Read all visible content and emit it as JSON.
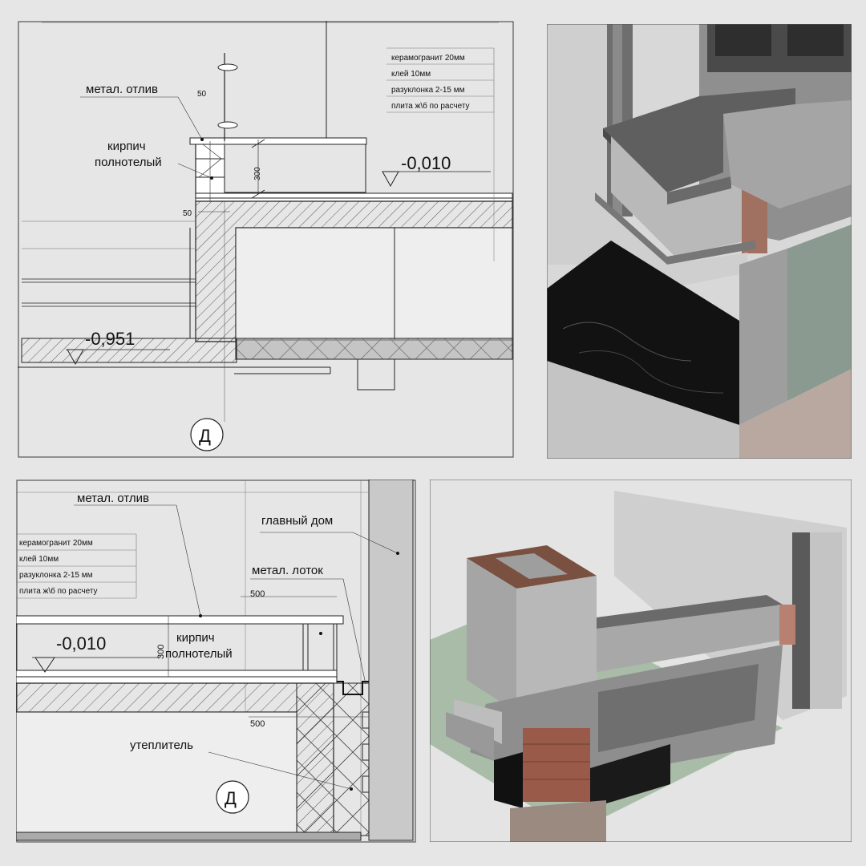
{
  "detail_top": {
    "label_flashing": "метал. отлив",
    "label_brick_line1": "кирпич",
    "label_brick_line2": "полнотелый",
    "dim_50_top": "50",
    "dim_50_side": "50",
    "dim_300": "300",
    "level_upper": "-0,010",
    "level_lower": "-0,951",
    "section_mark": "Д",
    "layers": [
      "керамогранит 20мм",
      "клей 10мм",
      "разуклонка 2-15 мм",
      "плита ж\\б по расчету"
    ]
  },
  "detail_bottom": {
    "label_flashing": "метал. отлив",
    "label_main_house": "главный дом",
    "label_gutter": "метал. лоток",
    "label_brick_line1": "кирпич",
    "label_brick_line2": "полнотелый",
    "label_insulation": "утеплитель",
    "dim_500_top": "500",
    "dim_500_mid": "500",
    "dim_300": "300",
    "level_upper": "-0,010",
    "section_mark": "Д",
    "layers": [
      "керамогранит 20мм",
      "клей 10мм",
      "разуклонка 2-15 мм",
      "плита ж\\б по расчету"
    ]
  },
  "render_top": {
    "icon": "porch-3d-closeup-render"
  },
  "render_bottom": {
    "icon": "porch-3d-overview-render"
  }
}
